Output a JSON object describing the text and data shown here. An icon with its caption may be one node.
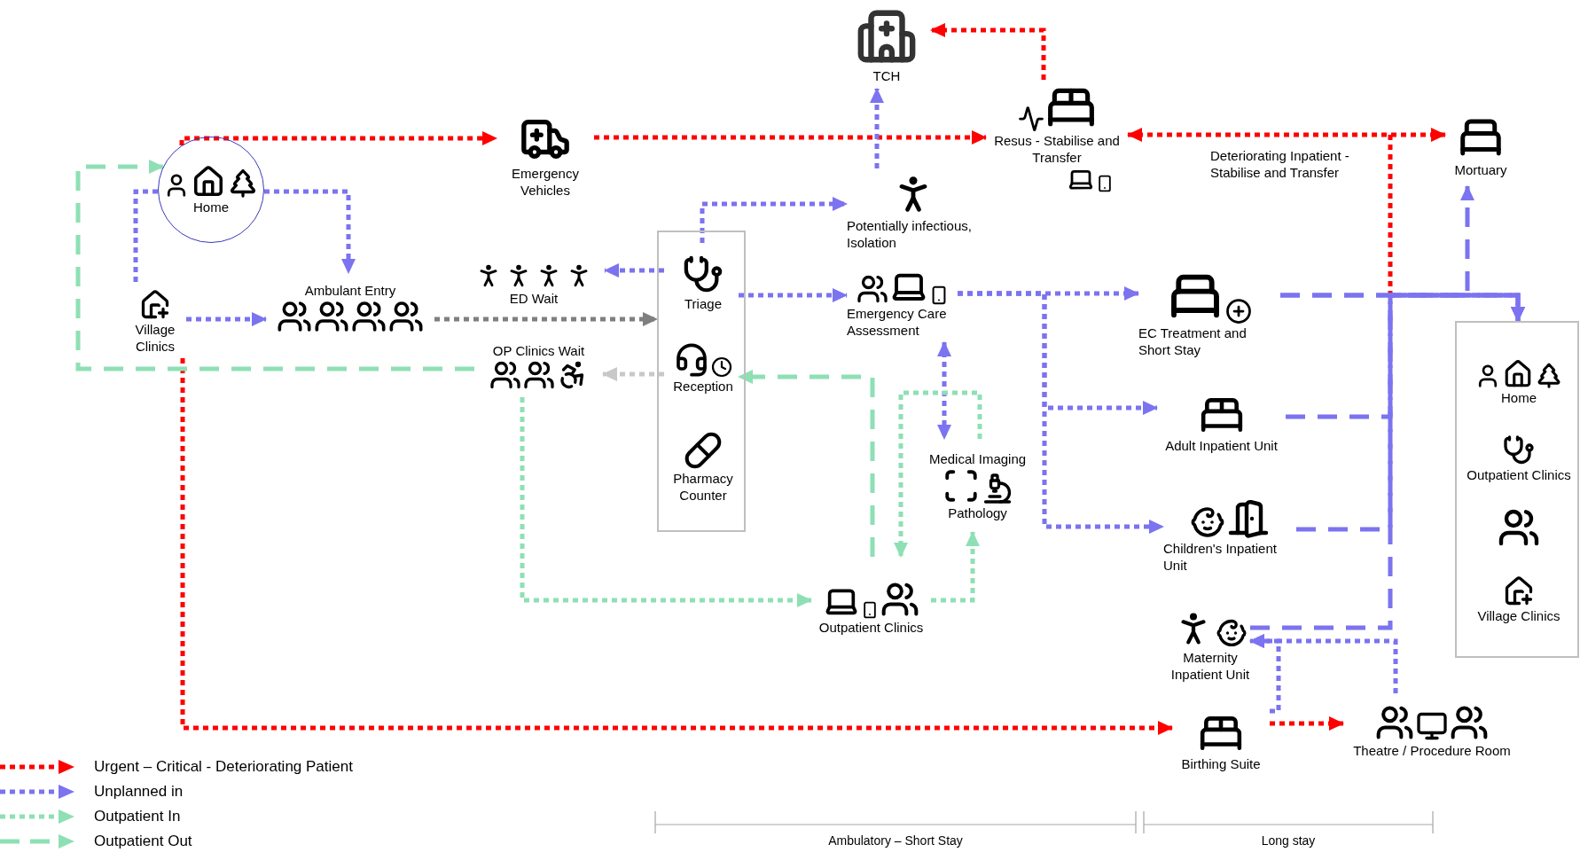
{
  "diagram": {
    "nodes": [
      {
        "text": [
          "Home"
        ]
      },
      {
        "text": [
          "Emergency Vehicles"
        ]
      },
      {
        "text": [
          "TCH"
        ]
      },
      {
        "text": [
          "Resus - Stabilise and Transfer"
        ]
      },
      {
        "text": [
          "Mortuary"
        ]
      },
      {
        "text": [
          "Village Clinics"
        ]
      },
      {
        "text": [
          "Ambulant Entry"
        ]
      },
      {
        "text": [
          "ED Wait"
        ]
      },
      {
        "text": [
          "OP Clinics Wait"
        ]
      },
      {
        "text": [],
        "shape": "box"
      },
      {
        "text": [
          "Triage"
        ],
        "in": 9
      },
      {
        "text": [
          "Reception"
        ],
        "in": 9
      },
      {
        "text": [
          "Pharmacy Counter"
        ],
        "in": 9
      },
      {
        "text": [
          "Potentially infectious, Isolation"
        ]
      },
      {
        "text": [
          "Emergency Care Assessment"
        ]
      },
      {
        "text": [
          "Medical Imaging",
          "Pathology"
        ]
      },
      {
        "text": [
          "Outpatient Clinics"
        ]
      },
      {
        "text": [
          "EC Treatment and Short Stay"
        ]
      },
      {
        "text": [
          "Adult Inpatient Unit"
        ]
      },
      {
        "text": [
          "Children's Inpatient Unit"
        ]
      },
      {
        "text": [
          "Maternity Inpatient Unit"
        ]
      },
      {
        "text": [
          "Birthing Suite"
        ]
      },
      {
        "text": [
          "Theatre / Procedure Room"
        ]
      },
      {
        "text": [],
        "shape": "box"
      },
      {
        "text": [
          "Home"
        ],
        "in": 23
      },
      {
        "text": [
          "Outpatient Clinics"
        ],
        "in": 23
      },
      {
        "text": [],
        "shape": "picture",
        "in": 23
      },
      {
        "text": [
          "Village Clinics"
        ],
        "in": 23
      }
    ],
    "edges": [
      {
        "from": 0,
        "to": 1,
        "arrow": "to",
        "color": "#ff0000"
      },
      {
        "from": 1,
        "to": 3,
        "arrow": "to",
        "color": "#ff0000"
      },
      {
        "from": 3,
        "to": 2,
        "arrow": "to",
        "color": "#ff0000"
      },
      {
        "from": 3,
        "to": 4,
        "arrow": "both",
        "color": "#ff0000",
        "label": "Deteriorating Inpatient - Stabilise and Transfer"
      },
      {
        "from": 5,
        "to": 21,
        "arrow": "to",
        "color": "#ff0000"
      },
      {
        "from": 21,
        "to": 22,
        "arrow": "to",
        "color": "#ff0000"
      },
      {
        "from": 0,
        "to": 6,
        "arrow": "to"
      },
      {
        "from": 0,
        "to": 5,
        "arrow": "none"
      },
      {
        "from": 5,
        "to": 6,
        "arrow": "to"
      },
      {
        "from": 6,
        "to": 9,
        "arrow": "to",
        "color": "#7f7f7f"
      },
      {
        "from": 10,
        "to": 7,
        "arrow": "to"
      },
      {
        "from": 10,
        "to": 13,
        "arrow": "to"
      },
      {
        "from": 10,
        "to": 14,
        "arrow": "to"
      },
      {
        "from": 13,
        "to": 2,
        "arrow": "to"
      },
      {
        "from": 14,
        "to": 15,
        "arrow": "both"
      },
      {
        "from": 14,
        "to": 17,
        "arrow": "to"
      },
      {
        "from": 14,
        "to": 18,
        "arrow": "to"
      },
      {
        "from": 14,
        "to": 19,
        "arrow": "to"
      },
      {
        "from": 11,
        "to": 8,
        "arrow": "to",
        "color": "#c8c8c8"
      },
      {
        "from": 8,
        "to": 16,
        "arrow": "to",
        "color": "#8ee0b4"
      },
      {
        "from": 16,
        "to": 15,
        "arrow": "to",
        "color": "#8ee0b4"
      },
      {
        "from": 15,
        "to": 16,
        "arrow": "to",
        "color": "#8ee0b4"
      },
      {
        "from": 16,
        "to": 11,
        "arrow": "to",
        "color": "#8ee0b4",
        "style": "dashed"
      },
      {
        "from": 8,
        "to": 0,
        "arrow": "to",
        "color": "#8ee0b4",
        "style": "dashed"
      },
      {
        "from": 17,
        "to": 23,
        "arrow": "to",
        "style": "dashed"
      },
      {
        "from": 17,
        "to": 4,
        "arrow": "to",
        "style": "dashed"
      },
      {
        "from": 18,
        "to": 23,
        "arrow": "to",
        "style": "dashed"
      },
      {
        "from": 19,
        "to": 23,
        "arrow": "to",
        "style": "dashed"
      },
      {
        "from": 20,
        "to": 23,
        "arrow": "to",
        "style": "dashed"
      },
      {
        "from": 22,
        "to": 20,
        "arrow": "to"
      },
      {
        "from": 21,
        "to": 20,
        "arrow": "to"
      }
    ],
    "labels": [
      "Ambulatory – Short Stay",
      "Long stay"
    ],
    "legend": [
      {
        "text": "Urgent – Critical - Deteriorating Patient"
      },
      {
        "text": "Unplanned in"
      },
      {
        "text": "Outpatient In"
      },
      {
        "text": "Outpatient Out"
      }
    ]
  }
}
